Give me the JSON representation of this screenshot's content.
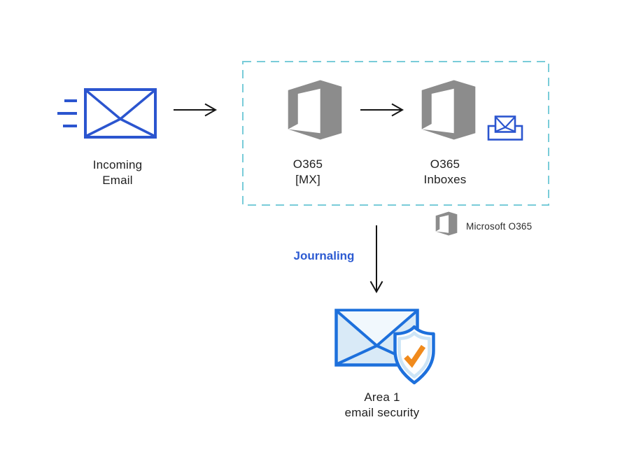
{
  "nodes": {
    "incoming_email": {
      "line1": "Incoming",
      "line2": "Email"
    },
    "o365_mx": {
      "line1": "O365",
      "line2": "[MX]"
    },
    "o365_inboxes": {
      "line1": "O365",
      "line2": "Inboxes"
    },
    "area1": {
      "line1": "Area 1",
      "line2": "email security"
    }
  },
  "flow": {
    "journaling_label": "Journaling"
  },
  "legend": {
    "microsoft_label": "Microsoft O365"
  },
  "icons": {
    "incoming_email": "envelope-with-speed-lines-icon",
    "o365": "office-365-logo-icon",
    "inbox": "inbox-tray-envelope-icon",
    "area1": "envelope-shield-check-icon",
    "arrows": "thin-open-arrow-icon"
  },
  "colors": {
    "accent-blue": "#2b55cf",
    "area1-blue": "#1d70dc",
    "light-blue-fill": "#d9eaf7",
    "flap-fill": "#f1f8fd",
    "shield-band": "#cde5f7",
    "check-orange": "#f08a1c",
    "office-gray": "#8c8c8c",
    "dash-cyan": "#79ccd9",
    "arrow-black": "#141414",
    "text-dark": "#1f1f1f",
    "journaling-blue": "#2d5bd2"
  }
}
